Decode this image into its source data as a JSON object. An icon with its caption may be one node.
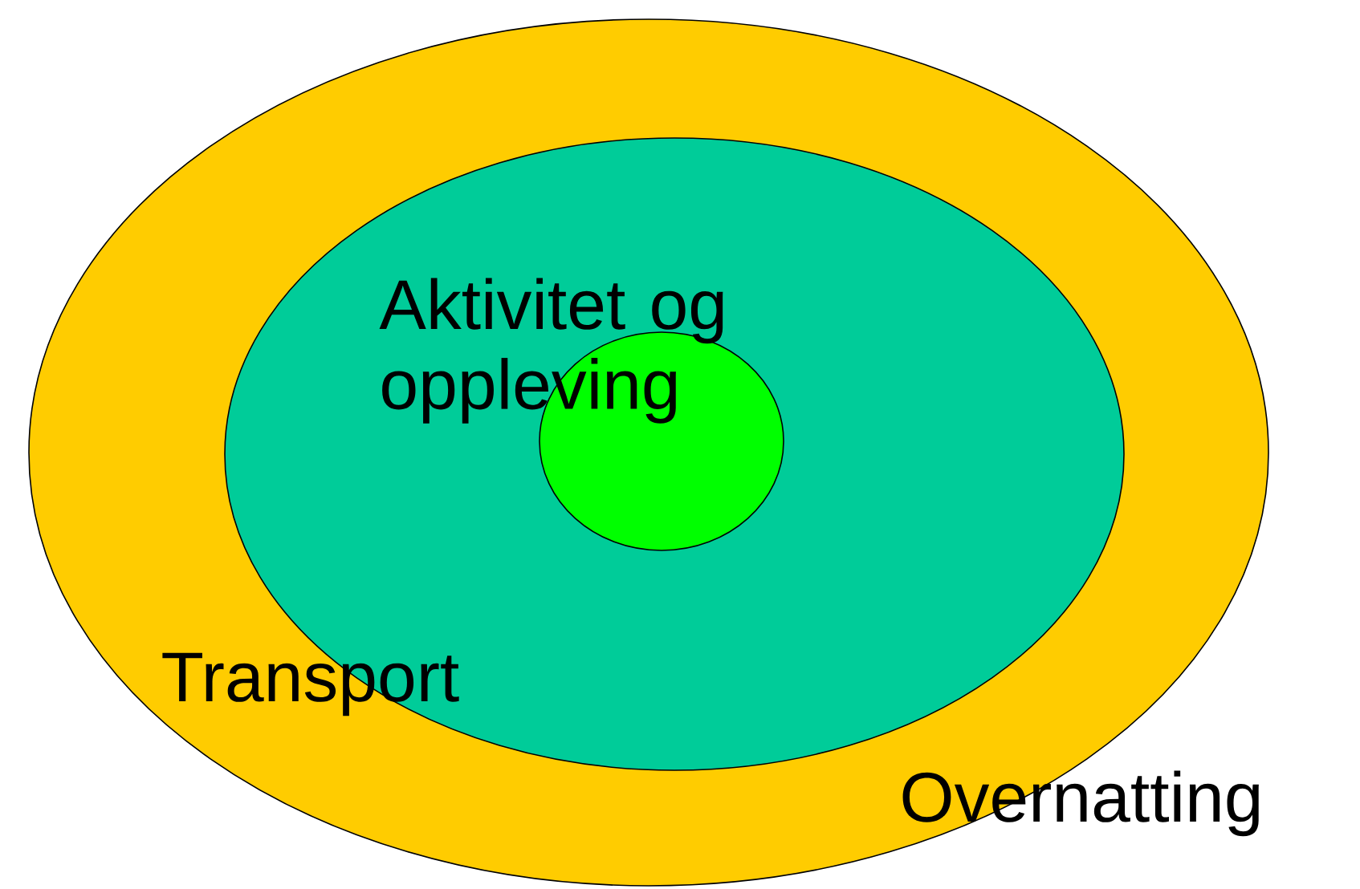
{
  "diagram": {
    "nodes": [
      {
        "text": [
          "Overnatting"
        ]
      },
      {
        "text": [
          "Transport"
        ],
        "in": 0
      },
      {
        "text": [
          "Aktivitet og oppleving"
        ],
        "in": 1
      }
    ]
  }
}
